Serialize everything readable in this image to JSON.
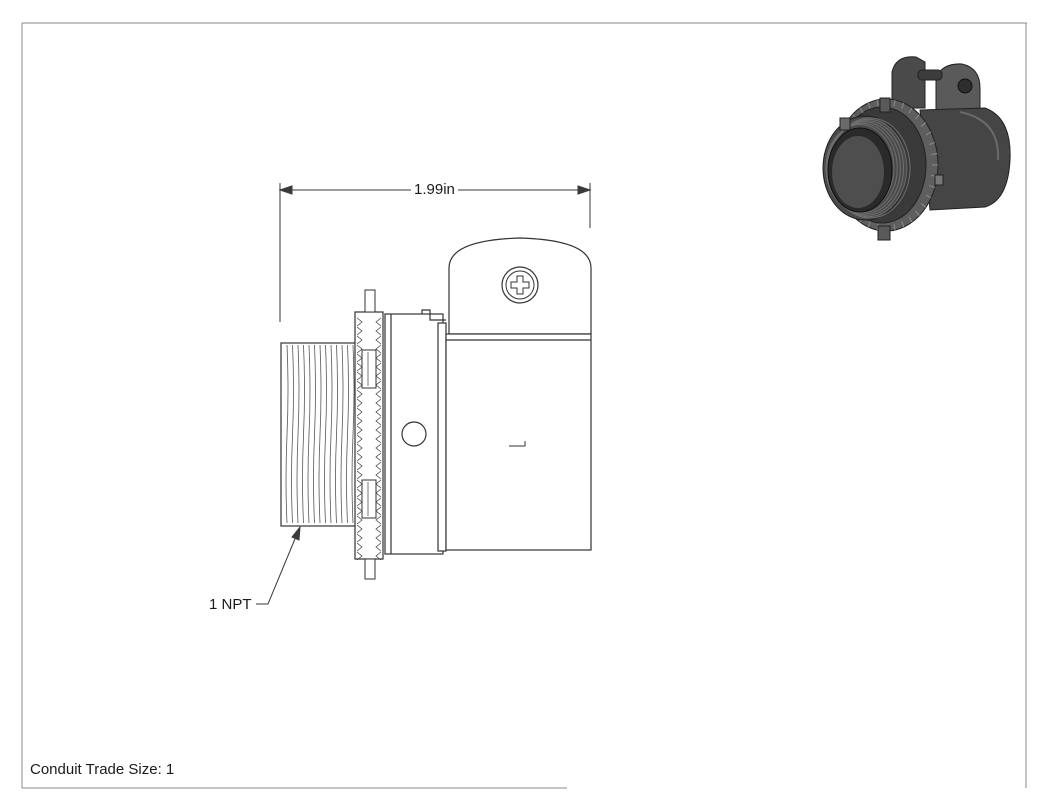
{
  "drawing": {
    "dimension_label": "1.99in",
    "thread_callout": "1 NPT",
    "note": "Conduit Trade Size: 1"
  },
  "colors": {
    "line": "#3a3a3a",
    "border": "#8a8a8a",
    "iso_dark": "#2e2e2e",
    "iso_mid": "#5a5a5a",
    "iso_light": "#8c8c8c"
  },
  "icons": {
    "fitting_iso_view": "isometric-connector-image",
    "screw": "phillips-screw-icon"
  }
}
